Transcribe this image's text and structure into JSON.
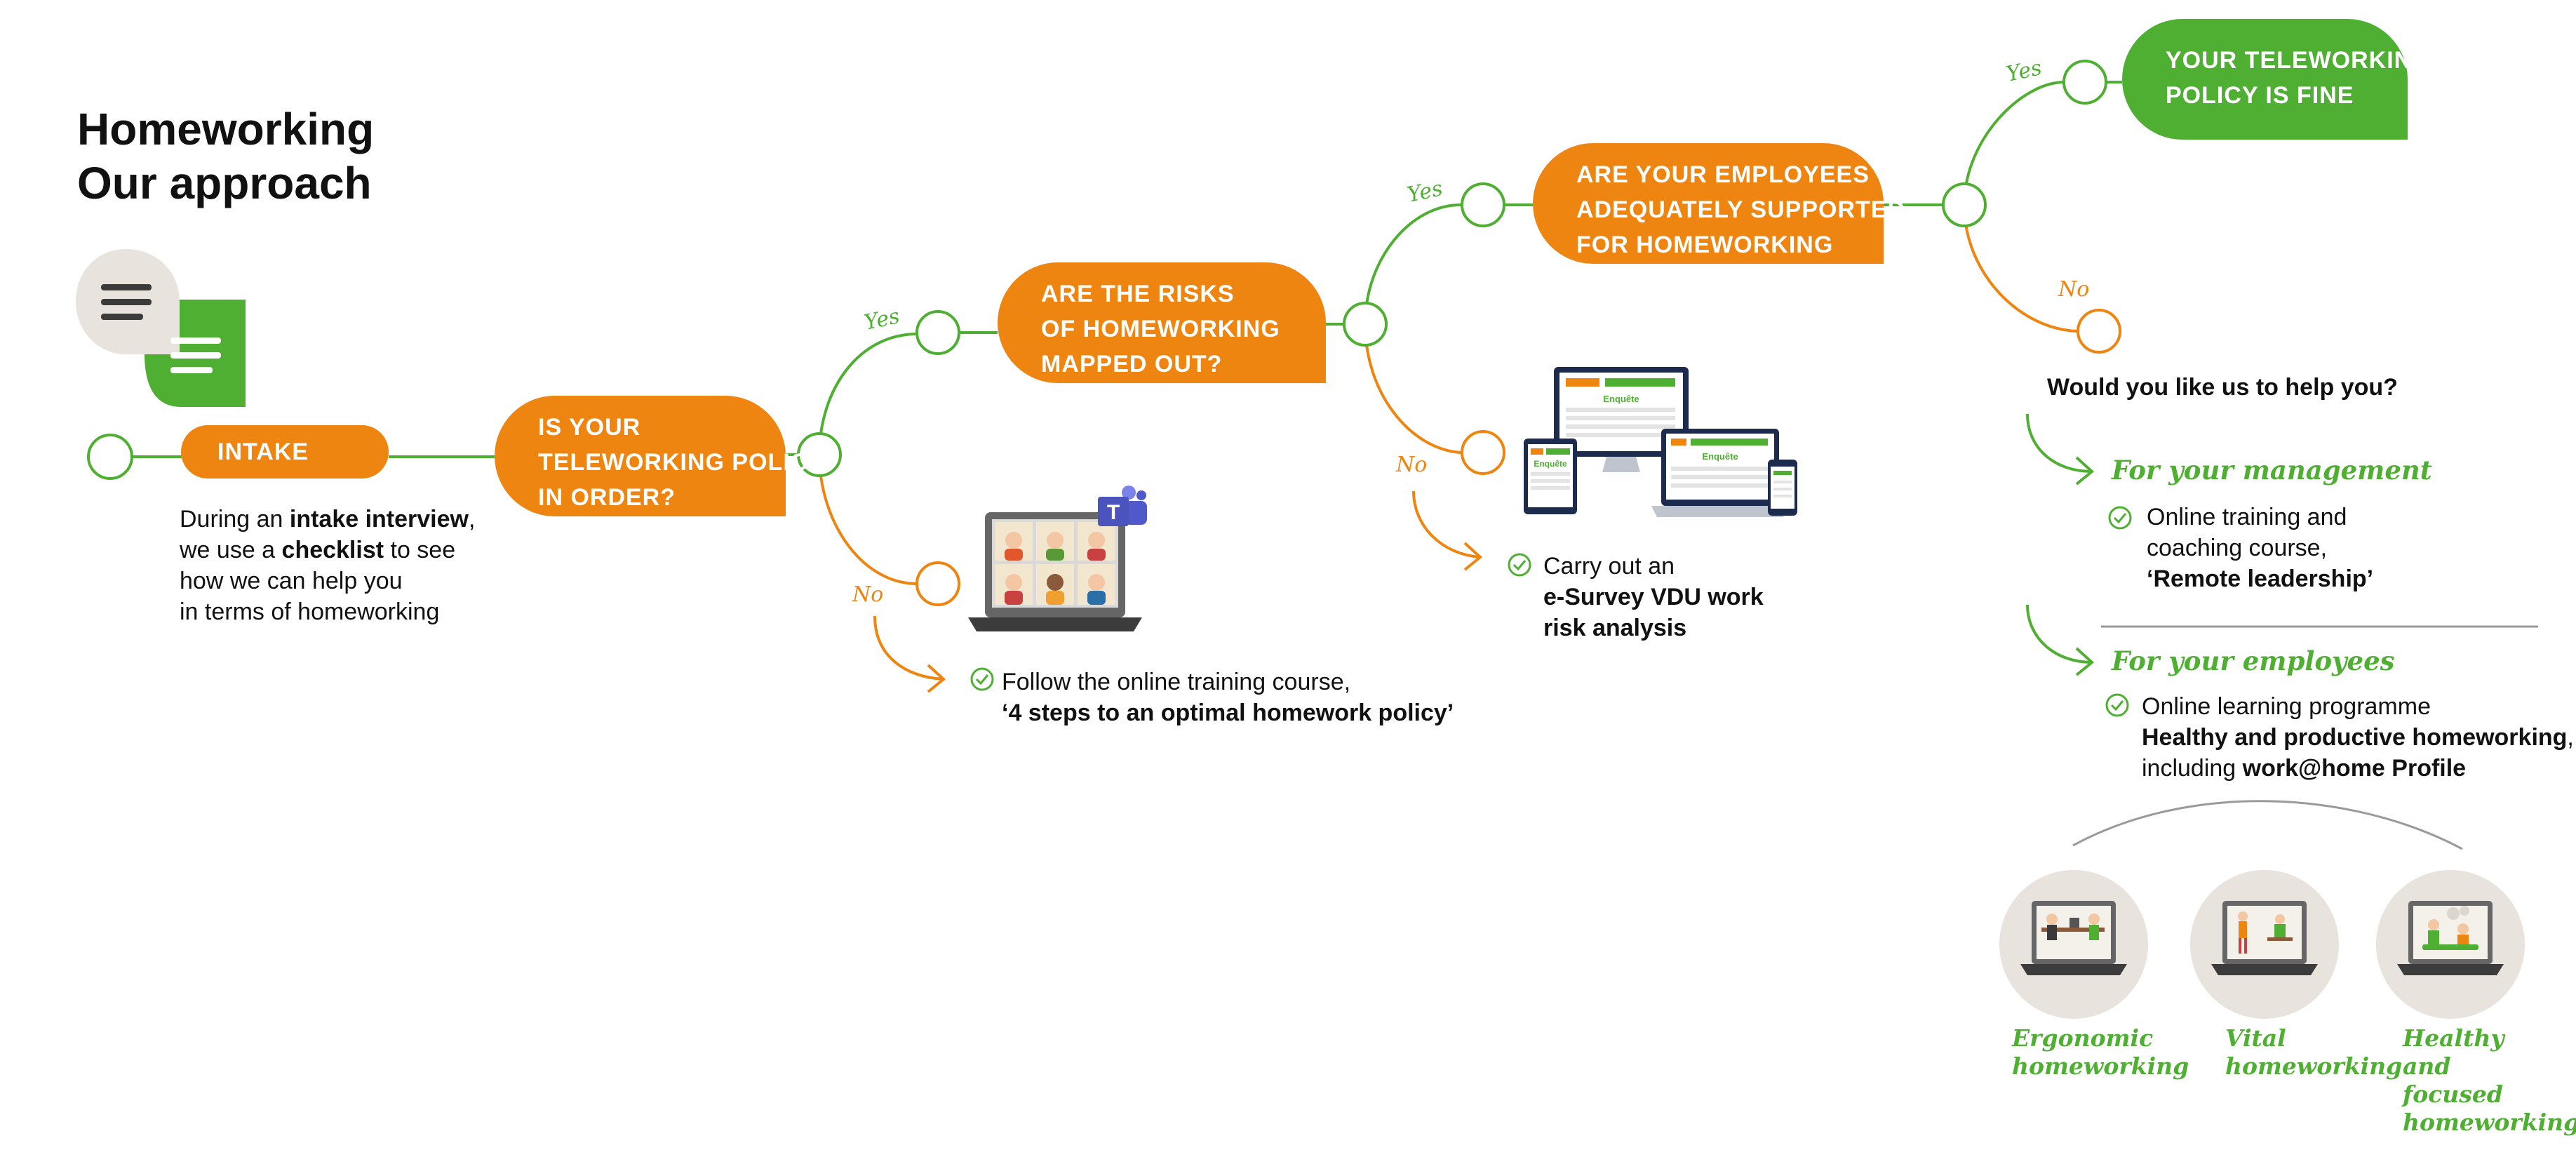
{
  "title": {
    "line1": "Homeworking",
    "line2": "Our approach"
  },
  "colors": {
    "orange": "#ef8511",
    "green": "#4faf32",
    "grey": "#e8e3dc",
    "dark": "#3c3c3c"
  },
  "steps": {
    "intake": "INTAKE",
    "q1": [
      "IS YOUR",
      "TELEWORKING POLICY",
      "IN ORDER?"
    ],
    "q2": [
      "ARE THE RISKS",
      "OF HOMEWORKING",
      "MAPPED OUT?"
    ],
    "q3": [
      "ARE YOUR EMPLOYEES",
      "ADEQUATELY SUPPORTED",
      "FOR HOMEWORKING"
    ],
    "result": [
      "YOUR TELEWORKING",
      "POLICY IS FINE"
    ]
  },
  "branch_labels": {
    "yes": "Yes",
    "no": "No"
  },
  "intake_text": {
    "l1a": "During an ",
    "l1b": "intake interview",
    "l1c": ",",
    "l2a": "we use a ",
    "l2b": "checklist",
    "l2c": " to see",
    "l3": "how we can help you",
    "l4": "in terms of homeworking"
  },
  "no1_action": {
    "line1": "Follow the online training course,",
    "line2": "‘4 steps to an optimal homework policy’"
  },
  "no2_action": {
    "line1": "Carry out an",
    "line2": "e-Survey VDU work",
    "line3": "risk analysis"
  },
  "survey_screen_label": "Enquête",
  "help": {
    "question": "Would you like us to help you?",
    "management": {
      "heading": "For your management",
      "line1": "Online training and",
      "line2": "coaching course,",
      "line3": "‘Remote leadership’"
    },
    "employees": {
      "heading": "For your employees",
      "line1": "Online learning programme",
      "line2a": "Healthy and productive homeworking",
      "line2b": ",",
      "line3a": "including ",
      "line3b": "work@home Profile"
    }
  },
  "categories": [
    {
      "label": "Ergonomic homeworking"
    },
    {
      "label": "Vital homeworking"
    },
    {
      "label": "Healthy and focused homeworking"
    }
  ],
  "icons": [
    "chat-bubbles-icon",
    "laptop-video-call-icon",
    "teams-icon",
    "devices-survey-icon",
    "check-circle-icon",
    "arrow-curve-icon",
    "laptop-ergonomic-icon",
    "laptop-vital-icon",
    "laptop-focused-icon"
  ]
}
